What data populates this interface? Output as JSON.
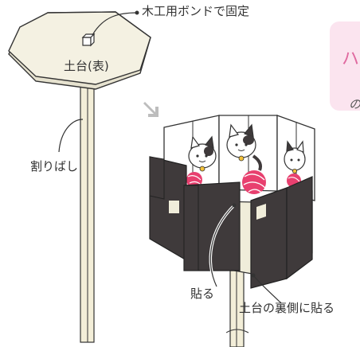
{
  "labels": {
    "glue": "木工用ボンドで固定",
    "base_front": "土台(表)",
    "stick": "割りばし",
    "stick_on": "貼る",
    "stick_on_back": "土台の裏側に貼る"
  },
  "side_panel": {
    "big_char": "ハ",
    "small_char": "の"
  },
  "colors": {
    "base_fill": "#f4f1e2",
    "panel_dark": "#3f3a3b",
    "stick": "#f3eed8",
    "yarn_ball": "#e8406f",
    "arrow_gray": "#bdbdbd",
    "pink_panel": "#fbe4ef"
  }
}
